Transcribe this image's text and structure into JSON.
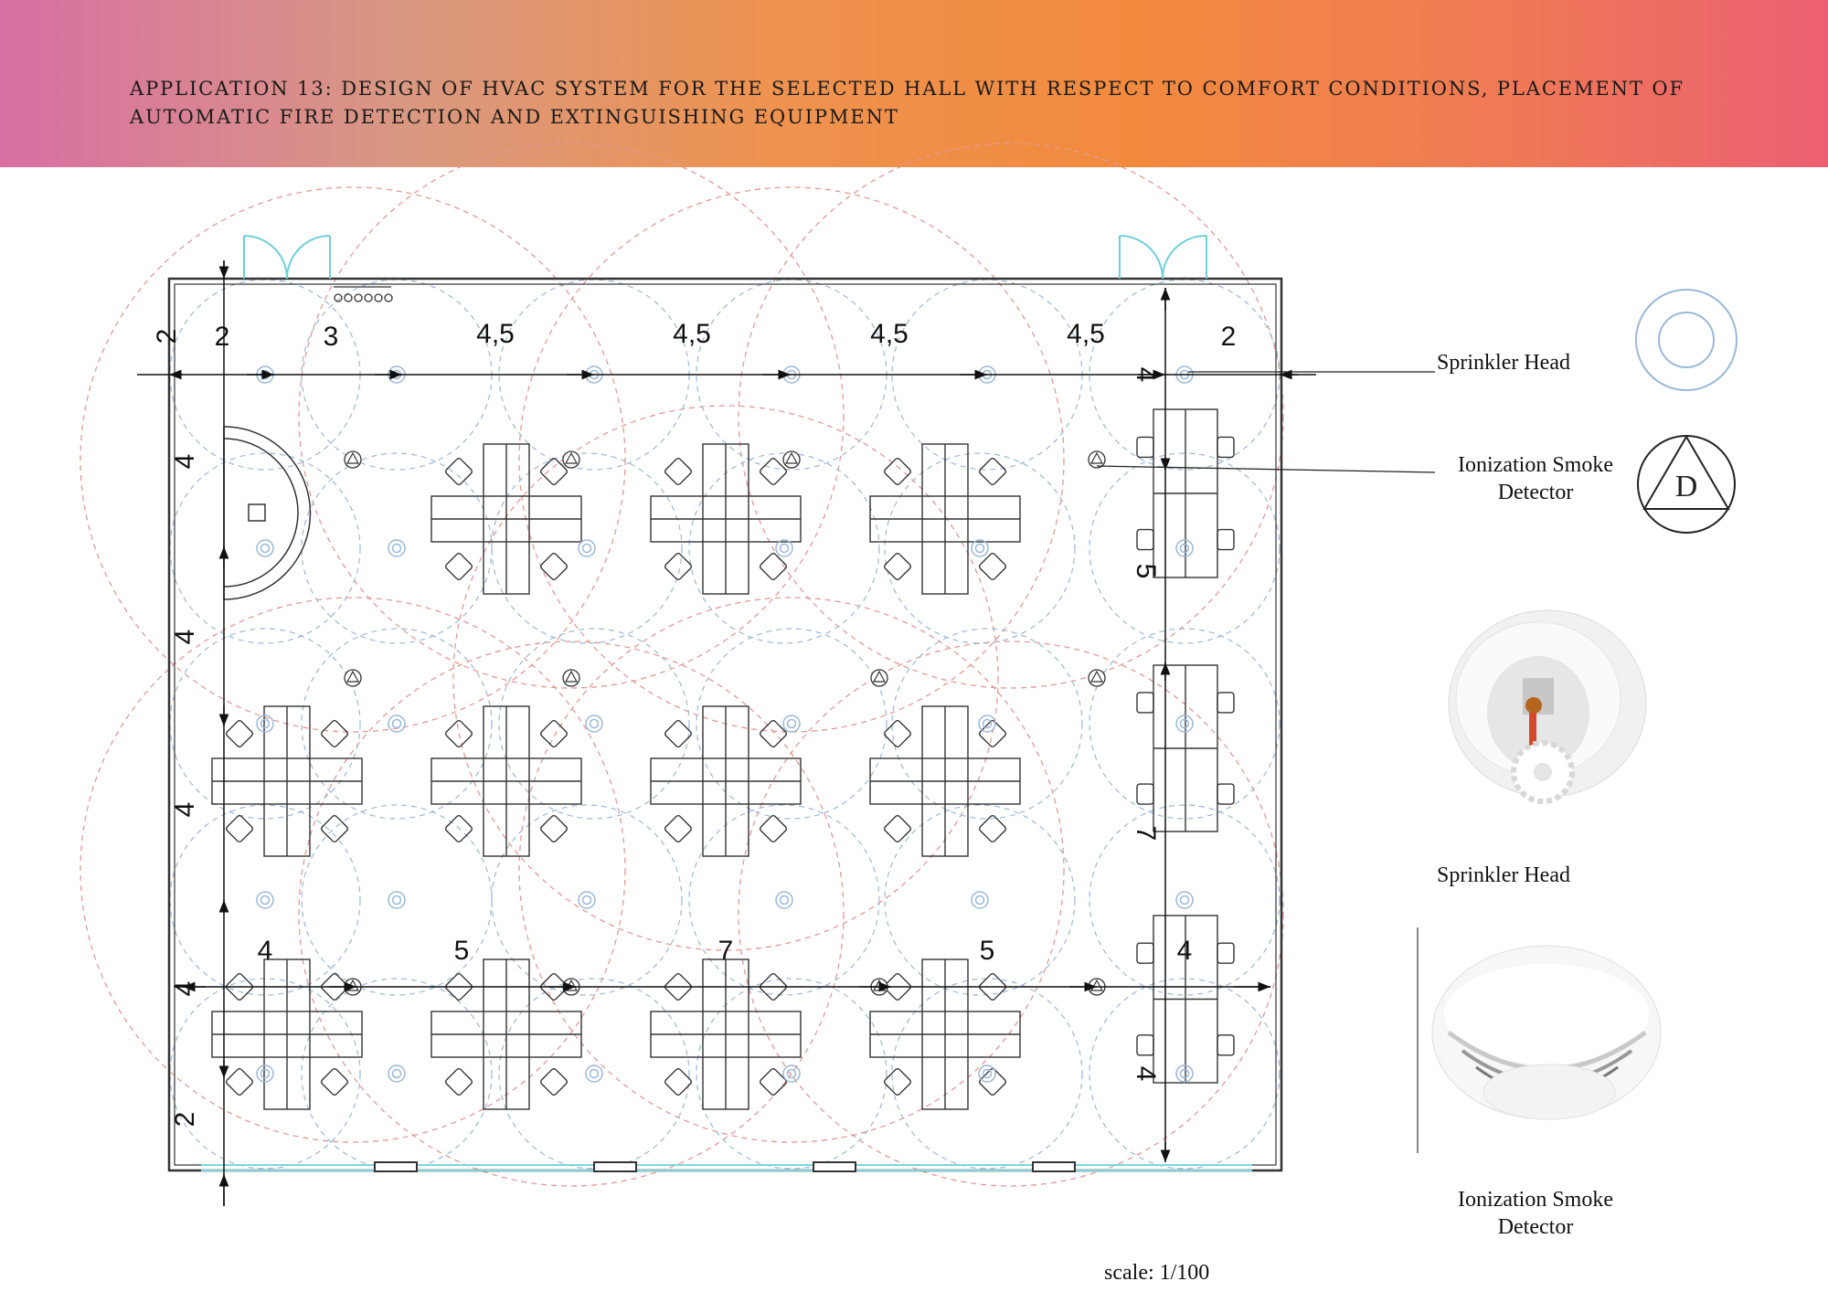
{
  "header": {
    "title": "APPLICATION 13: DESIGN OF HVAC SYSTEM FOR THE SELECTED HALL WITH RESPECT TO COMFORT CONDITIONS, PLACEMENT OF AUTOMATIC FIRE DETECTION AND EXTINGUISHING EQUIPMENT",
    "gradient_colors": [
      "#d86fa3",
      "#f28a3e",
      "#ec5f72"
    ]
  },
  "plan": {
    "top_dimensions": [
      "2",
      "2",
      "3",
      "4,5",
      "4,5",
      "4,5",
      "4,5",
      "2"
    ],
    "left_dimensions": [
      "4",
      "4",
      "4",
      "4",
      "2"
    ],
    "right_dimensions": [
      "4",
      "5",
      "7",
      "4"
    ],
    "bottom_row_dimensions": [
      "4",
      "5",
      "7",
      "5",
      "4"
    ],
    "scale": "scale: 1/100"
  },
  "legend": {
    "sprinkler_label": "Sprinkler Head",
    "detector_label": "Ionization Smoke Detector",
    "detector_symbol": "D",
    "sprinkler_photo_label": "Sprinkler Head",
    "detector_photo_label": "Ionization Smoke Detector"
  },
  "colors": {
    "sprinkler_coverage": "#9bb8d8",
    "detector_coverage": "#e39a93",
    "window": "#7fd6dc",
    "wall": "#333333"
  }
}
